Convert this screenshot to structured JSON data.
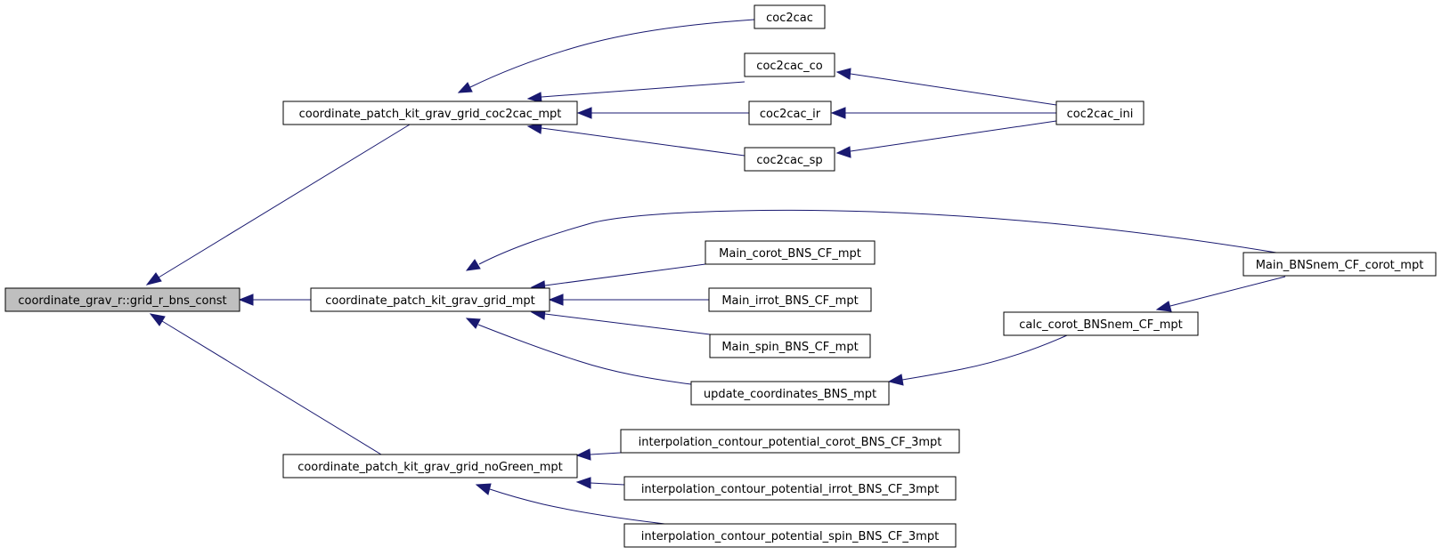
{
  "colors": {
    "edge": "#191970",
    "root_fill": "#bfbfbf",
    "node_fill": "#ffffff",
    "border": "#000000"
  },
  "nodes": {
    "root": "coordinate_grav_r::grid_r_bns_const",
    "coc2cac_mpt": "coordinate_patch_kit_grav_grid_coc2cac_mpt",
    "grid_mpt": "coordinate_patch_kit_grav_grid_mpt",
    "nogreen_mpt": "coordinate_patch_kit_grav_grid_noGreen_mpt",
    "coc2cac": "coc2cac",
    "coc2cac_co": "coc2cac_co",
    "coc2cac_ir": "coc2cac_ir",
    "coc2cac_sp": "coc2cac_sp",
    "coc2cac_ini": "coc2cac_ini",
    "main_corot": "Main_corot_BNS_CF_mpt",
    "main_irrot": "Main_irrot_BNS_CF_mpt",
    "main_spin": "Main_spin_BNS_CF_mpt",
    "update_coords": "update_coordinates_BNS_mpt",
    "main_bnsnem": "Main_BNSnem_CF_corot_mpt",
    "calc_corot": "calc_corot_BNSnem_CF_mpt",
    "interp_corot": "interpolation_contour_potential_corot_BNS_CF_3mpt",
    "interp_irrot": "interpolation_contour_potential_irrot_BNS_CF_3mpt",
    "interp_spin": "interpolation_contour_potential_spin_BNS_CF_3mpt"
  }
}
